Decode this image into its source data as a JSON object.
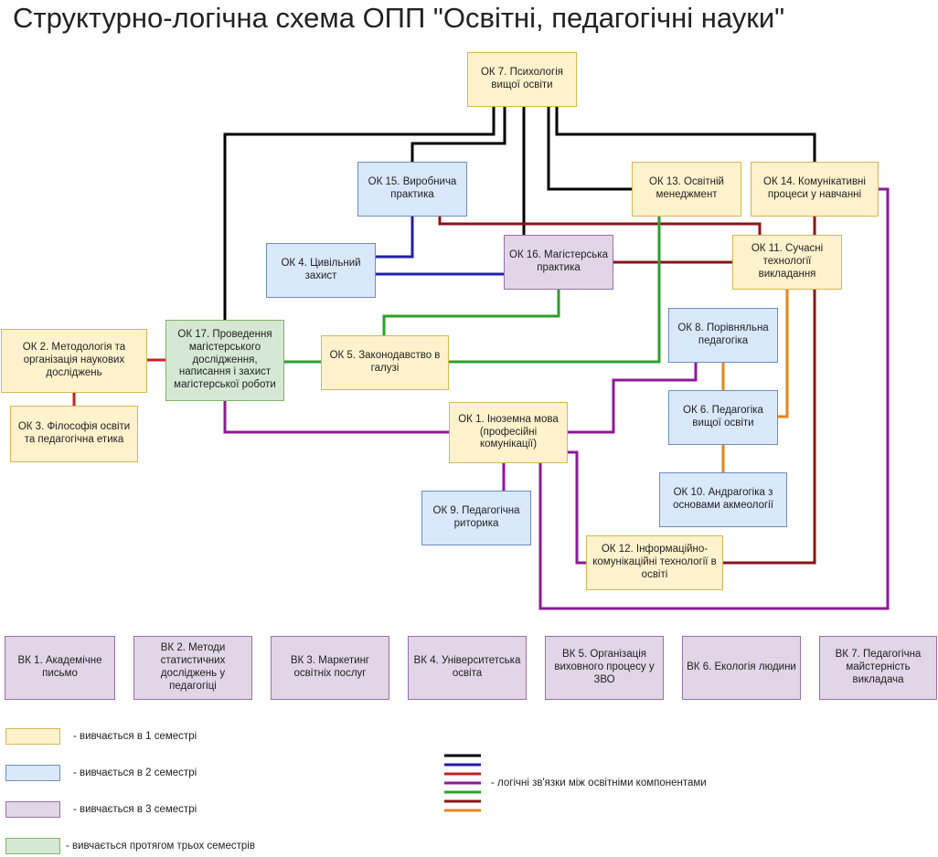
{
  "title": "Структурно-логічна схема ОПП \"Освітні, педагогічні науки\"",
  "colors": {
    "semester1": "#fff2cc",
    "semester2": "#dae8fc",
    "semester3": "#e1d5e7",
    "all_semesters": "#d5e8d4",
    "link_black": "#000000",
    "link_blue": "#1f1fa8",
    "link_red": "#cc1f1f",
    "link_purple": "#8b1a96",
    "link_green": "#2ca02c",
    "link_darkred": "#8b1515",
    "link_orange": "#e6861a"
  },
  "components": {
    "ok7": "ОК 7. Психологія вищої освіти",
    "ok15": "ОК 15. Виробнича практика",
    "ok13": "ОК 13. Освітній менеджмент",
    "ok14": "ОК 14. Комунікативні процеси у навчанні",
    "ok4": "ОК 4. Цивільний захист",
    "ok16": "ОК 16. Магістерська практика",
    "ok11": "ОК 11. Сучасні технології викладання",
    "ok2": "ОК 2. Методологія та організація наукових досліджень",
    "ok17": "ОК 17. Проведення магістерського дослідження, написання і захист магістерської роботи",
    "ok5": "ОК 5. Законодавство в галузі",
    "ok8": "ОК 8. Порівняльна педагогіка",
    "ok3": "ОК 3. Філософія освіти та педагогічна етика",
    "ok1": "ОК 1. Іноземна мова (професійні комунікації)",
    "ok6": "ОК 6. Педагогіка вищої освіти",
    "ok10": "ОК 10. Андрагогіка з основами акмеології",
    "ok9": "ОК 9. Педагогічна риторика",
    "ok12": "ОК 12. Інформаційно-комунікаційні технології в освіті"
  },
  "electives": [
    "ВК 1. Академічне письмо",
    "ВК 2. Методи статистичних досліджень у педагогіці",
    "ВК 3. Маркетинг освітніх послуг",
    "ВК 4. Університетська освіта",
    "ВК 5. Організація виховного процесу у ЗВО",
    "ВК 6. Екологія людини",
    "ВК 7. Педагогічна майстерність викладача"
  ],
  "legend": {
    "semester1": "- вивчається в 1 семестрі",
    "semester2": "- вивчається в 2 семестрі",
    "semester3": "- вивчається в 3 семестрі",
    "all_semesters": "- вивчається протягом трьох семестрів",
    "links": "- логічні зв'язки між освітніми компонентами"
  }
}
